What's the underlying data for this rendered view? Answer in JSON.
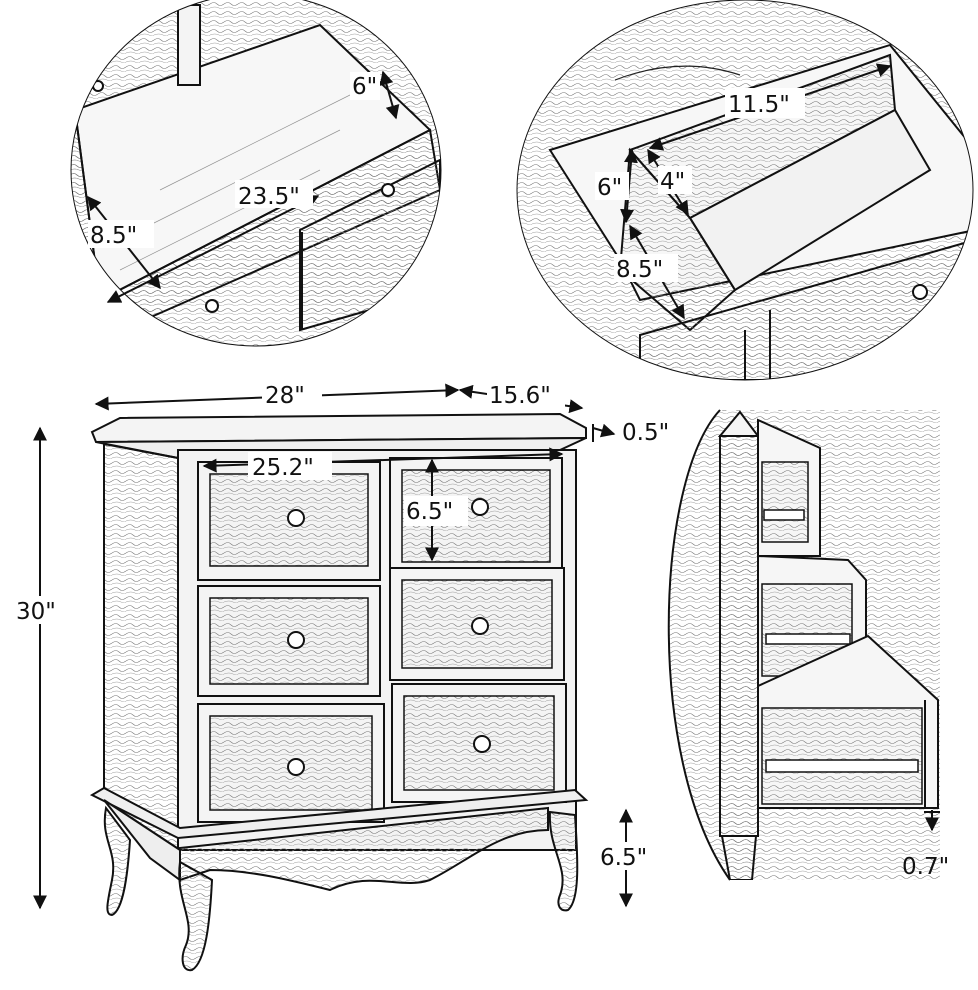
{
  "figure": {
    "top_left_view": {
      "dims": {
        "height": "6\"",
        "length": "23.5\"",
        "width": "8.5\""
      }
    },
    "top_right_view": {
      "dims": {
        "length": "11.5\"",
        "height": "6\"",
        "divider": "4\"",
        "width": "8.5\""
      }
    },
    "front_view": {
      "dims": {
        "width": "28\"",
        "depth": "15.6\"",
        "top_thickness": "0.5\"",
        "inner_width": "25.2\"",
        "drawer_height": "6.5\"",
        "total_height": "30\"",
        "leg_height": "6.5\""
      }
    },
    "side_view": {
      "dims": {
        "bottom_thickness": "0.7\""
      }
    }
  },
  "colors": {
    "ink": "#111111",
    "paper": "#ffffff",
    "wood_fill": "#f4f4f4"
  }
}
